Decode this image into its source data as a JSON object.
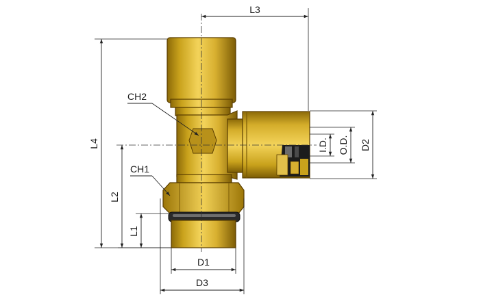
{
  "labels": {
    "L1": "L1",
    "L2": "L2",
    "L3": "L3",
    "L4": "L4",
    "D1": "D1",
    "D2": "D2",
    "D3": "D3",
    "ID": "I.D.",
    "OD": "O.D.",
    "CH1": "CH1",
    "CH2": "CH2"
  },
  "colors": {
    "brass_light": "#f3d35a",
    "brass_mid": "#c9a21c",
    "brass_dark": "#8c6a08",
    "seal_black": "#1c1c1c",
    "seal_grey": "#7a7a7a",
    "line": "#222222"
  }
}
